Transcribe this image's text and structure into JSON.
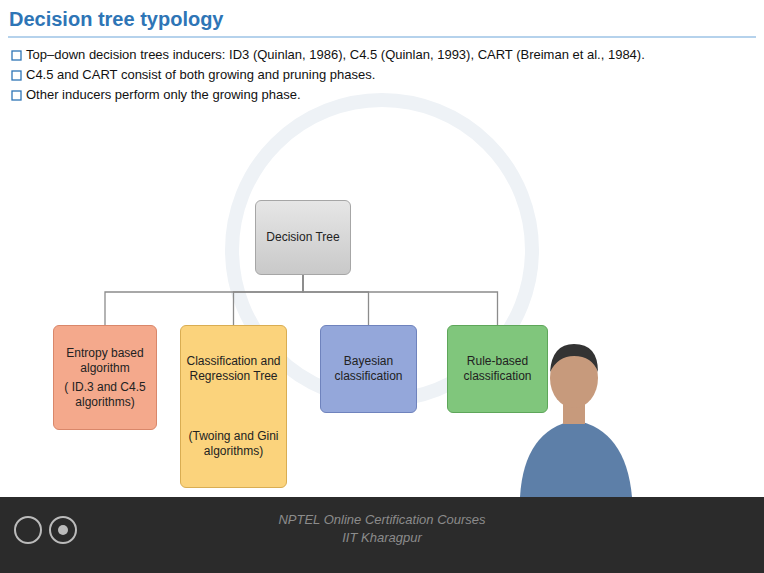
{
  "diagram": {
    "title": "Decision tree typology",
    "nodes": [
      {
        "text": [
          "Decision Tree"
        ]
      },
      {
        "text": [
          "Entropy based algorithm",
          "( ID.3 and C4.5 algorithms)"
        ]
      },
      {
        "text": [
          "Classification and Regression Tree",
          "(Twoing and Gini algorithms)"
        ]
      },
      {
        "text": [
          "Bayesian classification"
        ]
      },
      {
        "text": [
          "Rule-based classification"
        ]
      }
    ],
    "edges": [
      {
        "from": 0,
        "to": 1,
        "arrow": "none"
      },
      {
        "from": 0,
        "to": 2,
        "arrow": "none"
      },
      {
        "from": 0,
        "to": 3,
        "arrow": "none"
      },
      {
        "from": 0,
        "to": 4,
        "arrow": "none"
      }
    ],
    "labels": [
      "Top–down decision trees inducers: ID3 (Quinlan, 1986), C4.5 (Quinlan, 1993), CART (Breiman et al., 1984).",
      "C4.5 and CART consist of both growing and pruning phases.",
      "Other inducers perform only the growing phase.",
      "NPTEL Online Certification Courses",
      "IIT Kharagpur"
    ]
  }
}
